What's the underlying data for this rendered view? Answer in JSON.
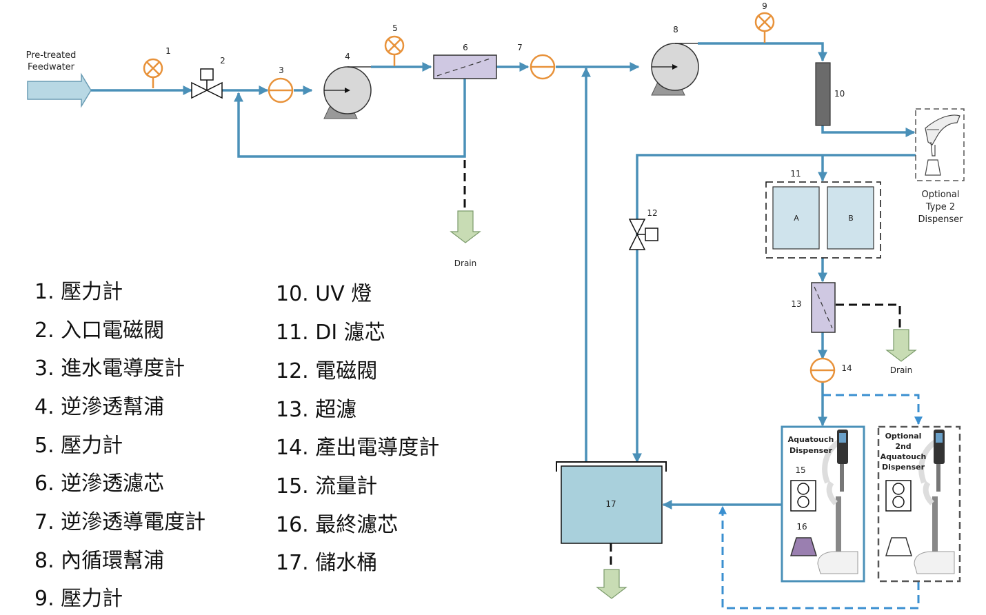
{
  "labels": {
    "feedwater_line1": "Pre-treated",
    "feedwater_line2": "Feedwater",
    "drain": "Drain",
    "optional_type2_line1": "Optional",
    "optional_type2_line2": "Type 2",
    "optional_type2_line3": "Dispenser",
    "aquatouch_line1": "Aquatouch",
    "aquatouch_line2": "Dispenser",
    "opt2_line1": "Optional",
    "opt2_line2": "2nd",
    "opt2_line3": "Aquatouch",
    "opt2_line4": "Dispenser",
    "di_a": "A",
    "di_b": "B"
  },
  "numbers": {
    "n1": "1",
    "n2": "2",
    "n3": "3",
    "n4": "4",
    "n5": "5",
    "n6": "6",
    "n7": "7",
    "n8": "8",
    "n9": "9",
    "n10": "10",
    "n11": "11",
    "n12": "12",
    "n13": "13",
    "n14": "14",
    "n15": "15",
    "n16": "16",
    "n17": "17"
  },
  "legend": [
    "1. 壓力計",
    "2. 入口電磁閥",
    "3. 進水電導度計",
    "4. 逆滲透幫浦",
    "5. 壓力計",
    "6. 逆滲透濾芯",
    "7. 逆滲透導電度計",
    "8. 內循環幫浦",
    "9. 壓力計",
    "10. UV 燈",
    "11. DI 濾芯",
    "12. 電磁閥",
    "13. 超濾",
    "14. 產出電導度計",
    "15. 流量計",
    "16. 最終濾芯",
    "17. 儲水桶"
  ],
  "colors": {
    "pipe": "#4a90b8",
    "gauge": "#e8923a",
    "tank": "#a9d0dc",
    "filter": "#cfc8e2",
    "drain_arrow": "#c8dcb4",
    "feed_arrow": "#b8d8e4",
    "uv_lamp": "#6b6b6b"
  }
}
